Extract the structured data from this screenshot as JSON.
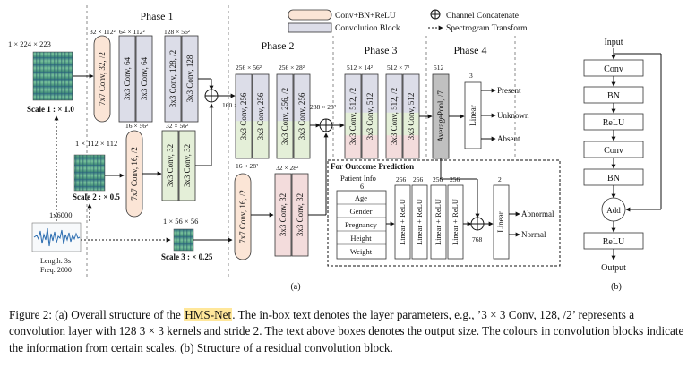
{
  "legend": {
    "conv_bn_relu": "Conv+BN+ReLU",
    "conv_block": "Convolution Block",
    "concat": "Channel Concatenate",
    "spectrogram": "Spectrogram Transform"
  },
  "phases": [
    "Phase 1",
    "Phase 2",
    "Phase 3",
    "Phase 4"
  ],
  "inputs": {
    "scale1_size": "1 × 224 × 223",
    "scale1_label": "Scale 1 : × 1.0",
    "scale2_size": "1 × 112 × 112",
    "scale2_label": "Scale 2 : × 0.5",
    "scale3_size": "1 × 56 × 56",
    "scale3_label": "Scale 3 : × 0.25",
    "wave_size": "1x6000",
    "wave_length": "Length: 3s",
    "wave_freq": "Freq: 2000"
  },
  "blocks": {
    "p1_conv": "7x7 Conv, 32, /2",
    "p1_b1": "3x3 Conv, 64",
    "p1_b2": "3x3 Conv, 64",
    "p1_b3": "3x3 Conv, 128, /2",
    "p1_b4": "3x3 Conv, 128",
    "s2_conv": "7x7 Conv, 16, /2",
    "s2_b1": "3x3 Conv, 32",
    "s2_b2": "3x3 Conv, 32",
    "p2_b1": "3x3 Conv, 256",
    "p2_b2": "3x3 Conv, 256",
    "p2_b3": "3x3 Conv, 256, /2",
    "p2_b4": "3x3 Conv, 256",
    "s3_conv": "7x7 Conv, 16, /2",
    "s3_b1": "3x3 Conv, 32",
    "s3_b2": "3x3 Conv, 32",
    "p3_b1": "3x3 Conv, 512, /2",
    "p3_b2": "3x3 Conv, 512",
    "p3_b3": "3x3 Conv, 512, /2",
    "p3_b4": "3x3 Conv, 512",
    "pool": "AveragePool, /7",
    "linear": "Linear",
    "lin1": "Linear + ReLU",
    "lin2": "Linear + ReLU",
    "lin3": "Linear + ReLU",
    "lin4": "Linear + ReLU",
    "linear2": "Linear"
  },
  "sizes": {
    "s_32_112": "32 × 112²",
    "s_64_112": "64 × 112²",
    "s_128_56a": "128 × 56²",
    "s_160_56": "160 × 56²",
    "s_16_56": "16 × 56²",
    "s_32_56": "32 × 56²",
    "s_256_56": "256 × 56²",
    "s_256_28": "256 × 28²",
    "s_288_28": "288 × 28²",
    "s_16_28": "16 × 28²",
    "s_32_28": "32 × 28²",
    "s_512_14": "512 × 14²",
    "s_512_7": "512 × 7²",
    "s_512": "512",
    "s_3": "3",
    "s_256a": "256",
    "s_256b": "256",
    "s_256c": "256",
    "s_256d": "256",
    "s_768": "768",
    "s_2": "2"
  },
  "outputs": [
    "Present",
    "Unknown",
    "Absent",
    "Abnormal",
    "Normal"
  ],
  "outcome": {
    "title": "For Outcome Prediction",
    "patient": "Patient Info",
    "patient_n": "6",
    "rows": [
      "Age",
      "Gender",
      "Pregnancy",
      "Height",
      "Weight"
    ]
  },
  "resblock": {
    "input": "Input",
    "conv1": "Conv",
    "bn1": "BN",
    "relu1": "ReLU",
    "conv2": "Conv",
    "bn2": "BN",
    "add": "Add",
    "relu2": "ReLU",
    "output": "Output"
  },
  "sub_a": "(a)",
  "sub_b": "(b)",
  "caption": {
    "prefix": "Figure 2: (a) Overall structure of the ",
    "highlight": "HMS-Net",
    "rest": ". The in-box text denotes the layer parameters, e.g., ’3 × 3 Conv, 128, /2’ represents a convolution layer with 128 3 × 3 kernels and stride 2. The text above boxes denotes the output size. The colours in convolution blocks indicate the information from certain scales. (b) Structure of a residual convolution block."
  },
  "colors": {
    "conv_bn_relu": "#fbe5d6",
    "conv_block": "#dcdde8",
    "scale2_block": "#e4efd8",
    "scale3_block": "#f3dcdc",
    "spec_dark": "#2e6c80",
    "spec_light": "#78c39a",
    "highlight": "#ffe79a"
  }
}
